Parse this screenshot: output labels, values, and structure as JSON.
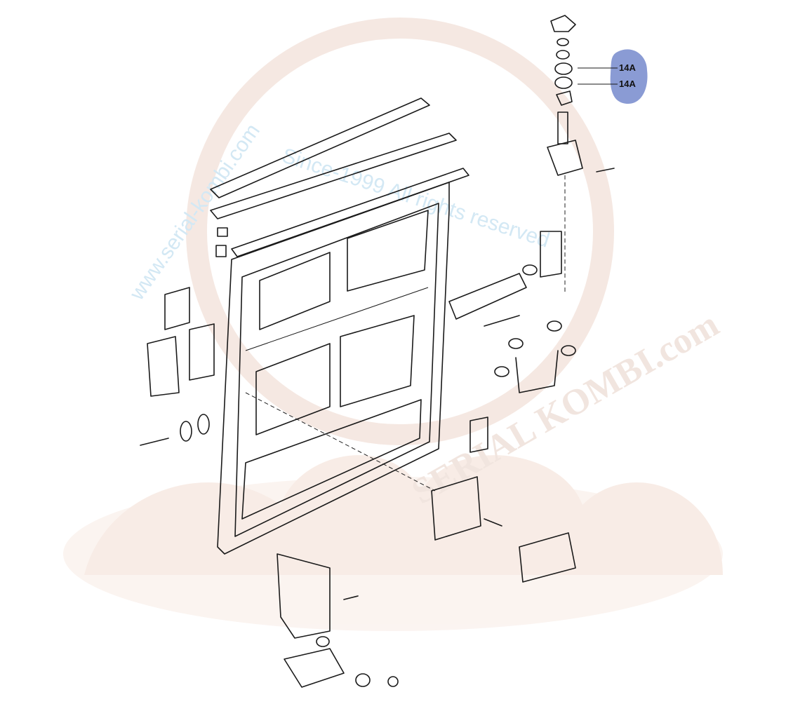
{
  "diagram": {
    "callouts": [
      {
        "label": "14A"
      },
      {
        "label": "14A"
      }
    ],
    "highlight_color": "#8a9bd4"
  },
  "watermark": {
    "url_text": "www.serial-kombi.com",
    "rights_text": "Since-1999 All rights reserved",
    "brand_text": "SERIAL KOMBI.com"
  }
}
